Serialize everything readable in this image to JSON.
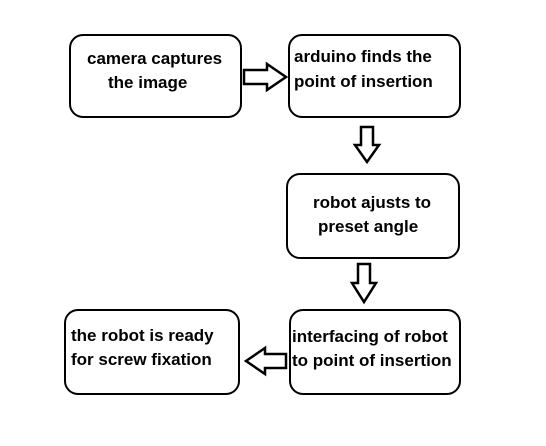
{
  "diagram": {
    "nodes": [
      {
        "id": "camera",
        "lines": [
          "camera captures",
          "the image"
        ]
      },
      {
        "id": "arduino",
        "lines": [
          "arduino finds the",
          "point of insertion"
        ]
      },
      {
        "id": "robot-adjust",
        "lines": [
          "robot ajusts to",
          "preset angle"
        ]
      },
      {
        "id": "interfacing",
        "lines": [
          "interfacing of robot",
          "to point of insertion"
        ]
      },
      {
        "id": "ready",
        "lines": [
          "the robot is ready",
          "for screw fixation"
        ]
      }
    ],
    "edges": [
      {
        "from": "camera",
        "to": "arduino",
        "direction": "right"
      },
      {
        "from": "arduino",
        "to": "robot-adjust",
        "direction": "down"
      },
      {
        "from": "robot-adjust",
        "to": "interfacing",
        "direction": "down"
      },
      {
        "from": "interfacing",
        "to": "ready",
        "direction": "left"
      }
    ],
    "colors": {
      "stroke": "#000000",
      "fill": "#ffffff",
      "text": "#000000"
    }
  }
}
